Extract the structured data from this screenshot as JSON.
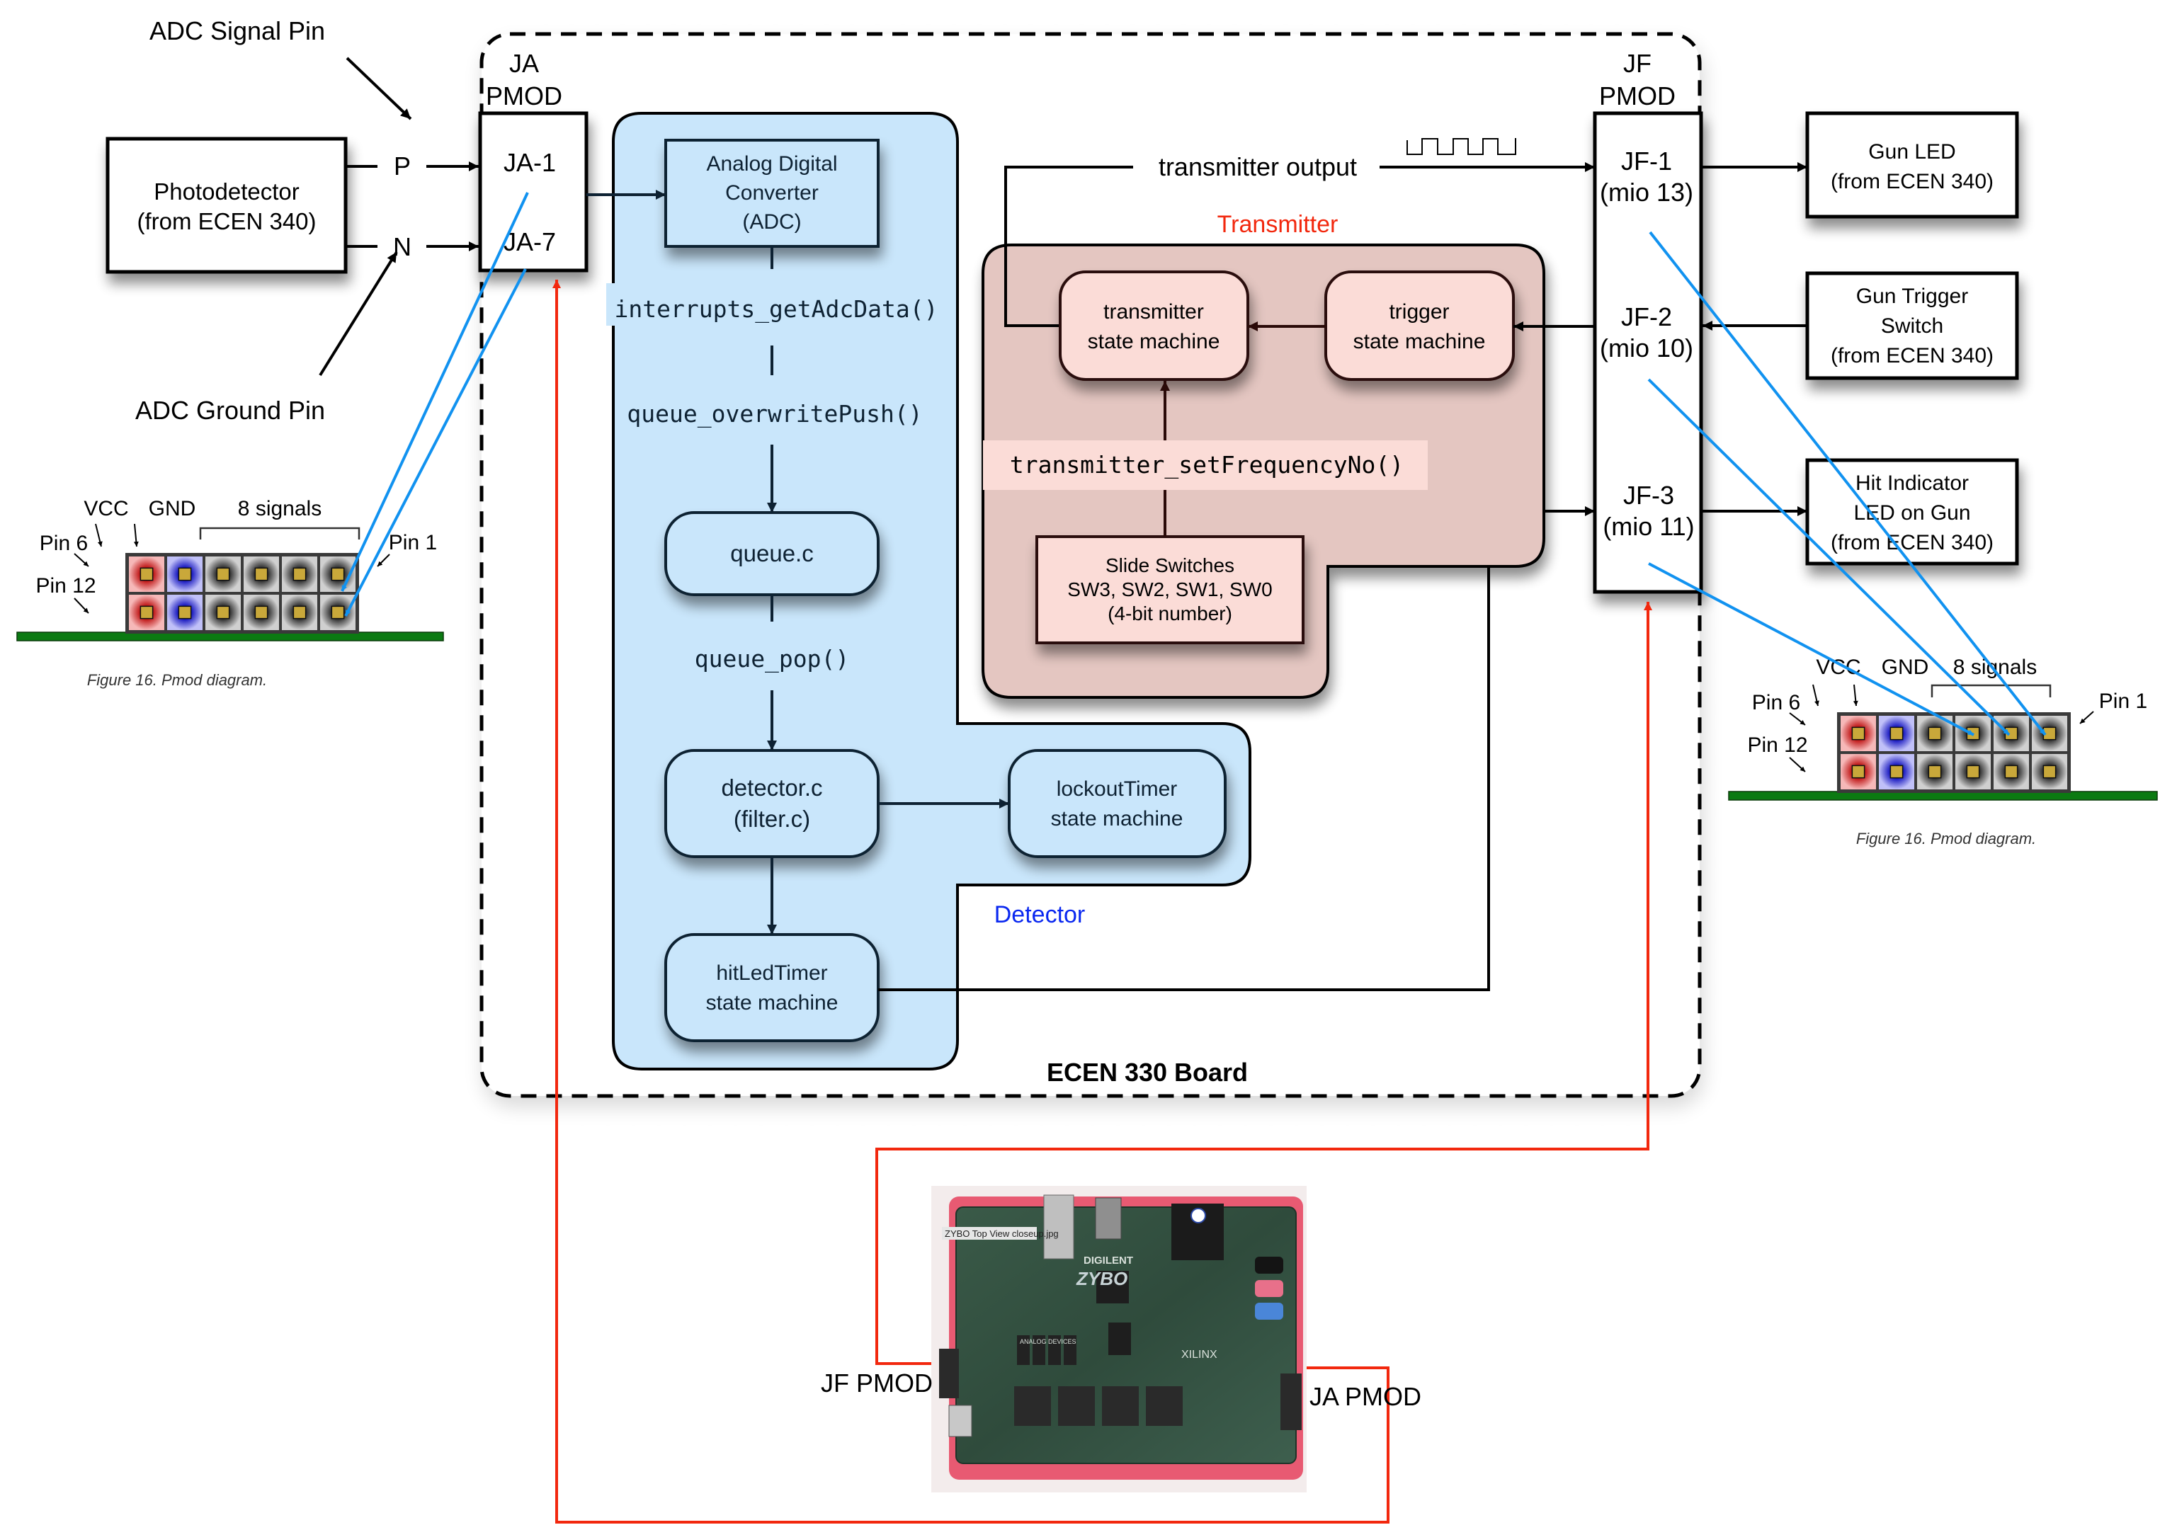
{
  "diagram": {
    "title": "ECEN 330 Board",
    "colors": {
      "detector_panel": "#c9e6fb",
      "transmitter_panel": "#e4c6c1",
      "transmitter_box": "#fbdcd7",
      "detector_label": "#0a28f0",
      "transmitter_label": "#f2280e",
      "wire_blue": "#1192f0",
      "wire_red": "#f2280e",
      "pcb_green": "#0b7a12"
    },
    "annotations": {
      "adc_signal_pin": "ADC Signal Pin",
      "adc_ground_pin": "ADC Ground Pin",
      "p_label": "P",
      "n_label": "N"
    },
    "photodetector": {
      "line1": "Photodetector",
      "line2": "(from ECEN 340)"
    },
    "ja_pmod": {
      "title_line1": "JA",
      "title_line2": "PMOD",
      "pins": [
        "JA-1",
        "JA-7"
      ]
    },
    "jf_pmod": {
      "title_line1": "JF",
      "title_line2": "PMOD",
      "pins": [
        {
          "name": "JF-1",
          "mio": "(mio 13)"
        },
        {
          "name": "JF-2",
          "mio": "(mio 10)"
        },
        {
          "name": "JF-3",
          "mio": "(mio 11)"
        }
      ]
    },
    "detector": {
      "label": "Detector",
      "adc": {
        "line1": "Analog Digital",
        "line2": "Converter",
        "line3": "(ADC)"
      },
      "fn_get_adc": "interrupts_getAdcData()",
      "fn_push": "queue_overwritePush()",
      "queue": "queue.c",
      "fn_pop": "queue_pop()",
      "detector_c": {
        "line1": "detector.c",
        "line2": "(filter.c)"
      },
      "lockout": {
        "line1": "lockoutTimer",
        "line2": "state machine"
      },
      "hitled": {
        "line1": "hitLedTimer",
        "line2": "state machine"
      }
    },
    "transmitter": {
      "label": "Transmitter",
      "output_label": "transmitter output",
      "tx_sm": {
        "line1": "transmitter",
        "line2": "state machine"
      },
      "trigger_sm": {
        "line1": "trigger",
        "line2": "state machine"
      },
      "fn_set_freq": "transmitter_setFrequencyNo()",
      "switches": {
        "line1": "Slide Switches",
        "line2": "SW3, SW2, SW1, SW0",
        "line3": "(4-bit number)"
      }
    },
    "external": {
      "gun_led": {
        "line1": "Gun LED",
        "line2": "(from ECEN 340)"
      },
      "gun_trigger": {
        "line1": "Gun Trigger",
        "line2": "Switch",
        "line3": "(from ECEN 340)"
      },
      "hit_indicator": {
        "line1": "Hit Indicator",
        "line2": "LED on Gun",
        "line3": "(from ECEN 340)"
      }
    },
    "pmod_figure": {
      "vcc": "VCC",
      "gnd": "GND",
      "signals": "8 signals",
      "pin6": "Pin 6",
      "pin12": "Pin 12",
      "pin1": "Pin 1",
      "caption": "Figure 16. Pmod diagram."
    },
    "board_photo": {
      "tooltip": "ZYBO Top View closeup.jpg",
      "brand": "ZYBO",
      "maker": "DIGILENT",
      "chip_maker": "XILINX",
      "analog": "ANALOG DEVICES",
      "jf_label": "JF PMOD",
      "ja_label": "JA PMOD"
    }
  }
}
